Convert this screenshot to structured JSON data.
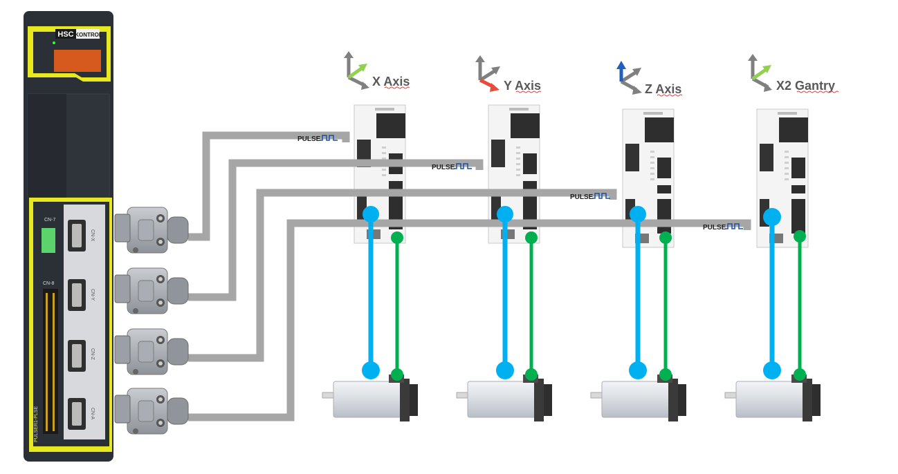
{
  "controller": {
    "brand_left": "HSC",
    "brand_right": "KONTROL",
    "ports": [
      "CN-7",
      "CN-8",
      "CN-X",
      "CN-Y",
      "CN-Z",
      "CN-A"
    ],
    "side_label": "PULSER1-PLSE"
  },
  "axes": [
    {
      "label": "X Axis",
      "highlight": "green"
    },
    {
      "label": "Y Axis",
      "highlight": "red"
    },
    {
      "label": "Z Axis",
      "highlight": "blue"
    },
    {
      "label": "X2 Gantry",
      "highlight": "green"
    }
  ],
  "pulse_label": "PULSE",
  "colors": {
    "cable": "#a6a6a6",
    "encoder_cable": "#00b0f0",
    "power_cable": "#00b050",
    "axis_x": "#92d050",
    "axis_y": "#e74c3c",
    "axis_z": "#1f5fbf",
    "controller_body": "#2b2f36",
    "controller_accent": "#e8e820"
  }
}
